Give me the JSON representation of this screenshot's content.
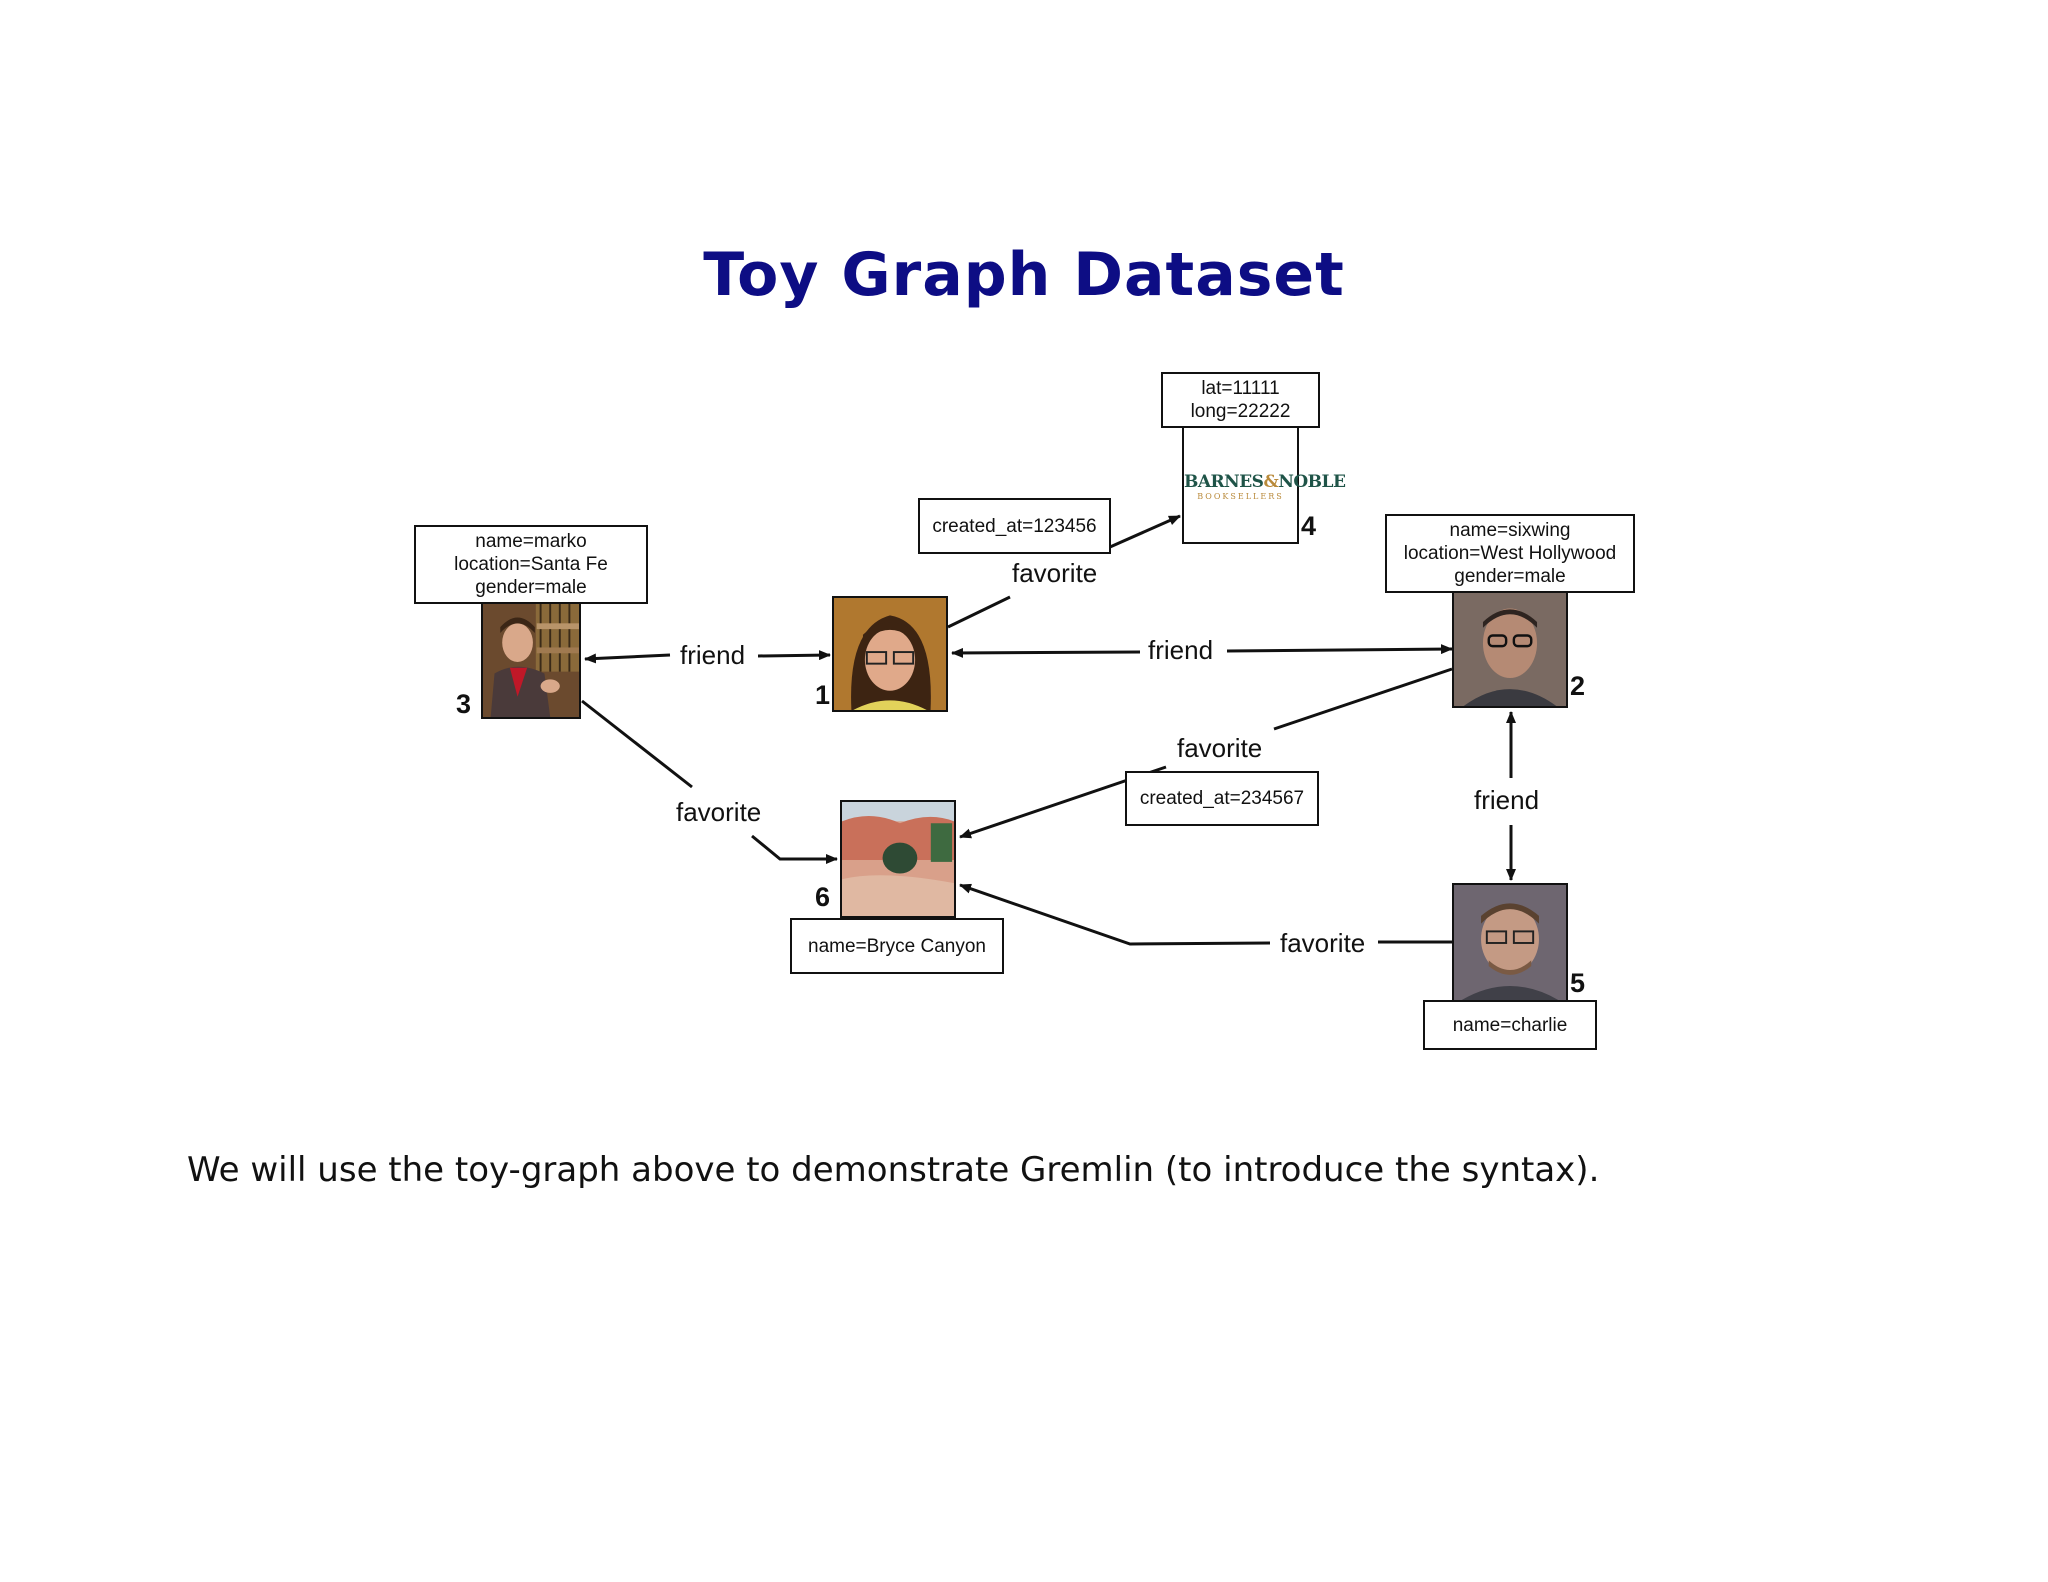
{
  "title": "Toy Graph Dataset",
  "caption": "We will use the toy-graph above to demonstrate Gremlin (to introduce the syntax).",
  "vertices": {
    "v1": {
      "id": "1",
      "kind": "person-photo"
    },
    "v2": {
      "id": "2",
      "kind": "person-photo",
      "props": [
        "name=sixwing",
        "location=West Hollywood",
        "gender=male"
      ]
    },
    "v3": {
      "id": "3",
      "kind": "person-photo",
      "props": [
        "name=marko",
        "location=Santa Fe",
        "gender=male"
      ]
    },
    "v4": {
      "id": "4",
      "kind": "store-logo",
      "props": [
        "lat=11111",
        "long=22222"
      ],
      "logo_line1_a": "BARNES",
      "logo_amp": "&",
      "logo_line1_b": "NOBLE",
      "logo_line2": "BOOKSELLERS"
    },
    "v5": {
      "id": "5",
      "kind": "person-photo",
      "props": [
        "name=charlie"
      ]
    },
    "v6": {
      "id": "6",
      "kind": "place-photo",
      "props": [
        "name=Bryce Canyon"
      ]
    }
  },
  "edges": {
    "e_3_1": {
      "label": "friend"
    },
    "e_1_2": {
      "label": "friend"
    },
    "e_2_5": {
      "label": "friend"
    },
    "e_1_4": {
      "label": "favorite",
      "props": [
        "created_at=123456"
      ]
    },
    "e_3_6": {
      "label": "favorite"
    },
    "e_2_6": {
      "label": "favorite",
      "props": [
        "created_at=234567"
      ]
    },
    "e_5_6": {
      "label": "favorite"
    }
  },
  "colors": {
    "title": "#0d0d84",
    "line": "#111111"
  }
}
